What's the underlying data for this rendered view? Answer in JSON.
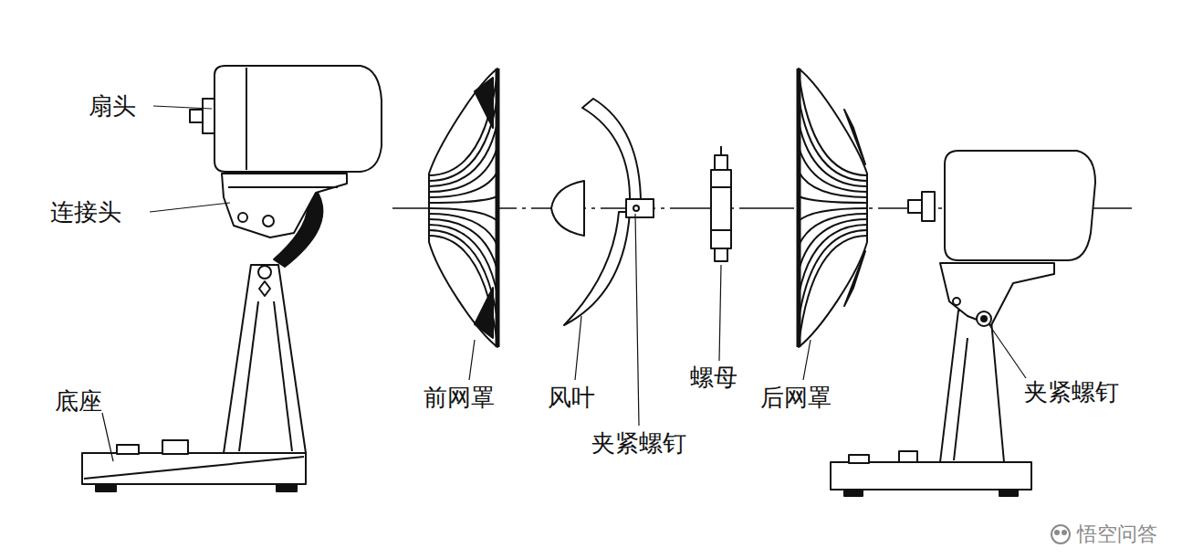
{
  "diagram": {
    "labels": [
      "扇头",
      "连接头",
      "底座",
      "前网罩",
      "风叶",
      "夹紧螺钉",
      "螺母",
      "后网罩",
      "夹紧螺钉",
      "悟空问答"
    ]
  }
}
